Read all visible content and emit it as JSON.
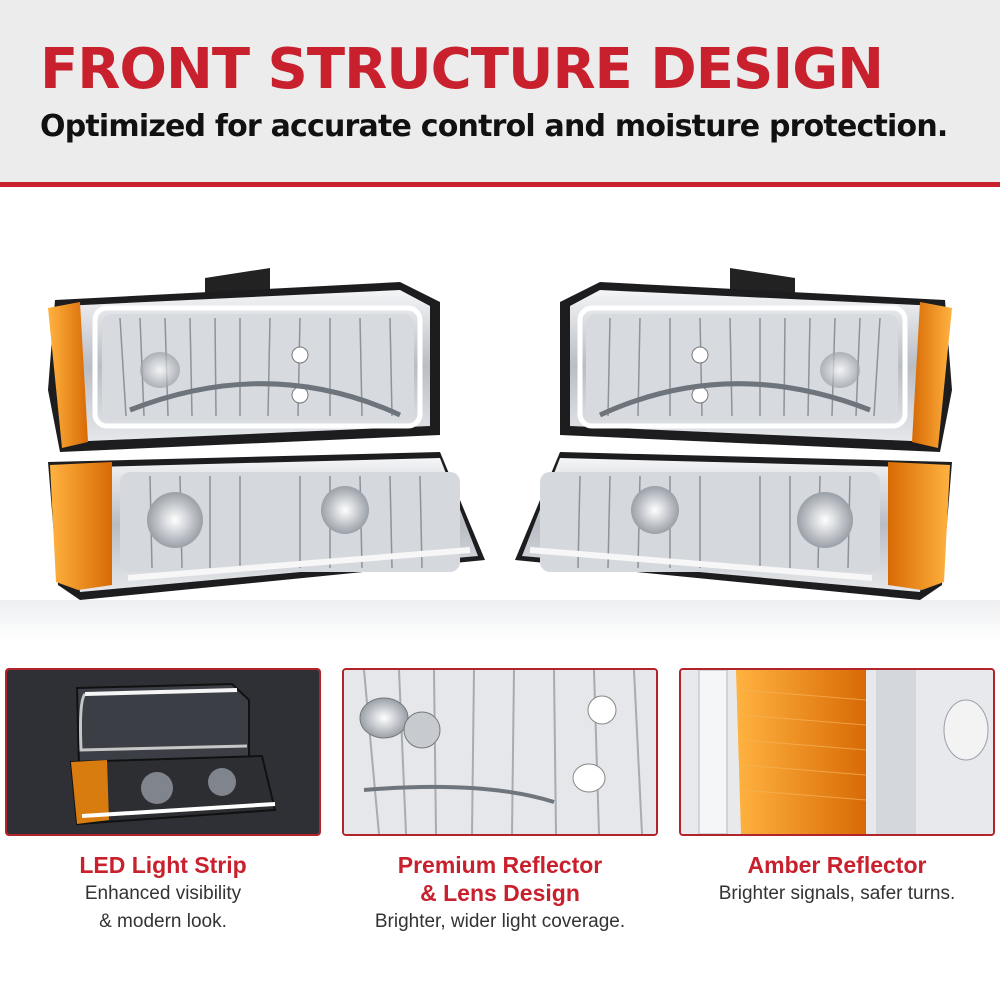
{
  "header": {
    "title": "FRONT STRUCTURE DESIGN",
    "subtitle": "Optimized for accurate control and moisture protection."
  },
  "colors": {
    "accent": "#c8202d",
    "header_bg": "#ececec",
    "amber": "#f08a12",
    "chrome": "#c9ccd2"
  },
  "hero": {
    "image_name": "headlight-assembly-pair"
  },
  "features": [
    {
      "title_line1": "LED Light Strip",
      "title_line2": "",
      "desc_line1": "Enhanced visibility",
      "desc_line2": "& modern look."
    },
    {
      "title_line1": "Premium Reflector",
      "title_line2": "& Lens Design",
      "desc_line1": "Brighter, wider light coverage.",
      "desc_line2": ""
    },
    {
      "title_line1": "Amber Reflector",
      "title_line2": "",
      "desc_line1": "Brighter signals, safer turns.",
      "desc_line2": ""
    }
  ]
}
